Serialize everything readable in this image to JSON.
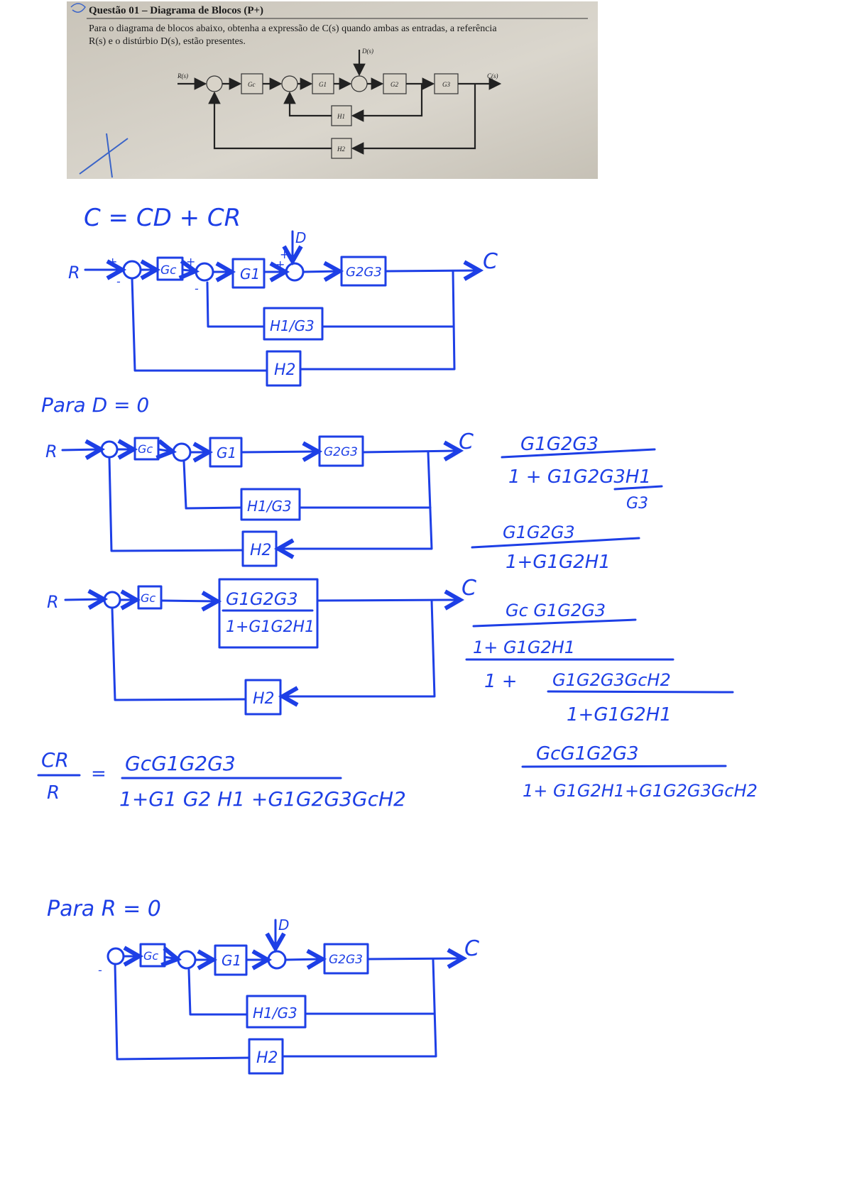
{
  "photo": {
    "question_title": "Questão 01 – Diagrama de Blocos (P+)",
    "prompt_line1": "Para o diagrama de blocos abaixo, obtenha a expressão de C(s) quando ambas as entradas, a referência",
    "prompt_line2": "R(s) e o distúrbio D(s), estão presentes.",
    "labels": {
      "R": "R(s)",
      "C": "C(s)",
      "D": "D(s)",
      "Gc": "Gc",
      "G1": "G1",
      "G2": "G2",
      "G3": "G3",
      "H1": "H1",
      "H2": "H2"
    }
  },
  "notes": {
    "eq_main": "C = CD + CR",
    "d1": {
      "R": "R",
      "C": "C",
      "D": "D",
      "Gc": "Gc",
      "G1": "G1",
      "G2G3": "G2G3",
      "H1G3": "H1/G3",
      "H2": "H2",
      "plus": "+",
      "minus": "-"
    },
    "case_D0": "Para D = 0",
    "d2": {
      "R": "R",
      "C": "C",
      "Gc": "Gc",
      "G1": "G1",
      "G2G3": "G2G3",
      "H1G3": "H1/G3",
      "H2": "H2"
    },
    "d3": {
      "R": "R",
      "C": "C",
      "Gc": "Gc",
      "block_num": "G1G2G3",
      "block_den": "1+G1G2H1",
      "H2": "H2"
    },
    "frac1_num": "G1G2G3",
    "frac1_den": "1 + G1G2G3H1",
    "frac1_den_sub": "G3",
    "frac2_num": "G1G2G3",
    "frac2_den": "1+G1G2H1",
    "frac3_num": "Gc G1G2G3",
    "frac3_mid": "1+ G1G2H1",
    "frac3_den_a": "1  +",
    "frac3_den_num": "G1G2G3GcH2",
    "frac3_den_den": "1+G1G2H1",
    "frac4_num": "GcG1G2G3",
    "frac4_den": "1+ G1G2H1+G1G2G3GcH2",
    "result_lhs_num": "CR",
    "result_lhs_den": "R",
    "result_eq": "=",
    "result_num": "GcG1G2G3",
    "result_den": "1+G1 G2 H1 +G1G2G3GcH2",
    "case_R0": "Para R = 0",
    "d4": {
      "C": "C",
      "D": "D",
      "Gc": "Gc",
      "G1": "G1",
      "G2G3": "G2G3",
      "H1G3": "H1/G3",
      "H2": "H2"
    }
  }
}
